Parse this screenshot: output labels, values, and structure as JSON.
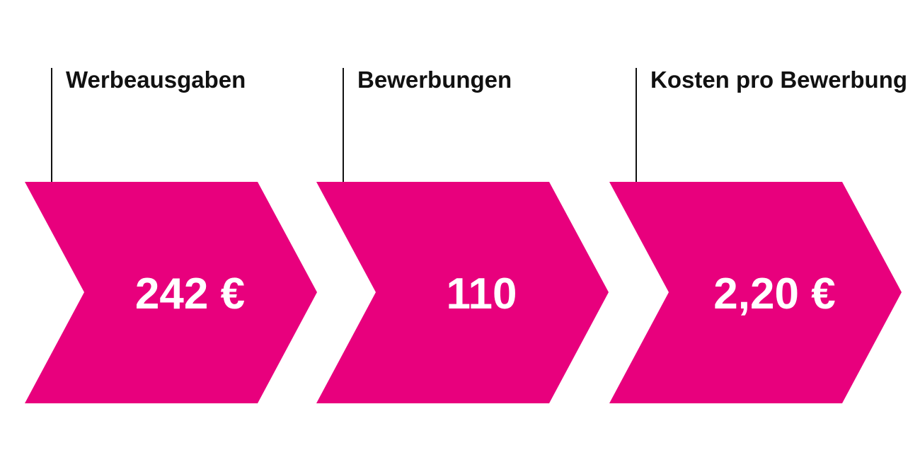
{
  "colors": {
    "accent": "#e8007d",
    "text": "#111111",
    "value_text": "#ffffff"
  },
  "steps": [
    {
      "label": "Werbeausgaben",
      "value": "242 €"
    },
    {
      "label": "Bewerbungen",
      "value": "110"
    },
    {
      "label": "Kosten pro Bewerbung",
      "value": "2,20 €"
    }
  ]
}
